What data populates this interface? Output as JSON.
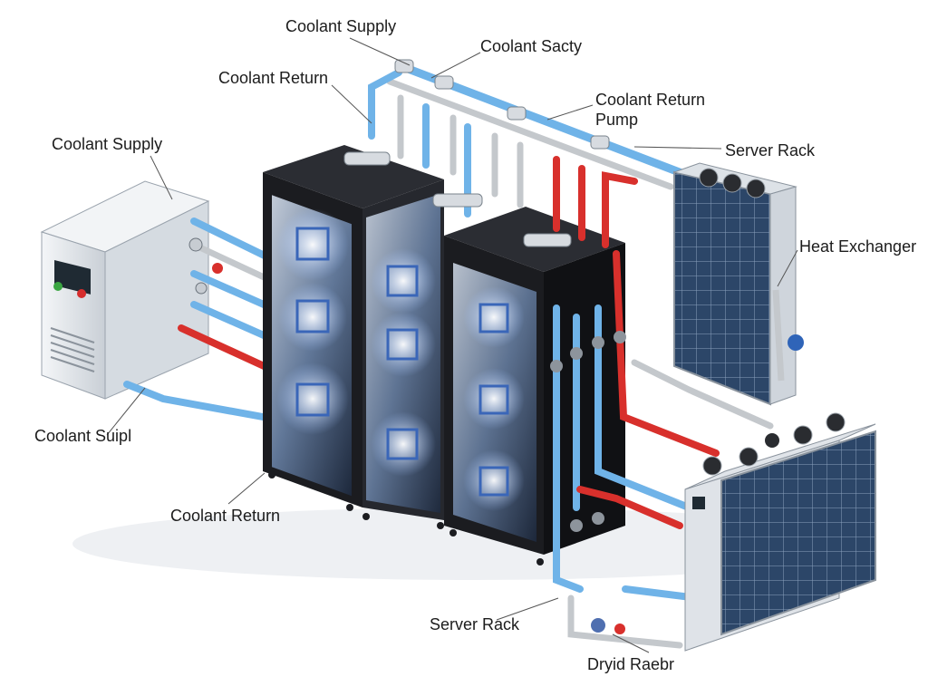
{
  "labels": {
    "coolant_supply_top": "Coolant Supply",
    "coolant_sacty": "Coolant Sacty",
    "coolant_return_top": "Coolant Return",
    "coolant_return_pump_line1": "Coolant Return",
    "coolant_return_pump_line2": "Pump",
    "server_rack_right": "Server Rack",
    "coolant_supply_left": "Coolant Supply",
    "heat_exchanger": "Heat Exchanger",
    "coolant_suipl": "Coolant Suipl",
    "coolant_return_bottom": "Coolant Return",
    "server_rack_bottom": "Server Rack",
    "dryid_raebr": "Dryid Raebr"
  },
  "colors": {
    "supply_pipe": "#6fb3e8",
    "return_pipe": "#d8302c",
    "neutral_pipe": "#c4c8cc",
    "rack_body": "#1b1c20",
    "panel_blue": "#2f4a73",
    "unit_body": "#e4e8ec"
  },
  "icons": [
    "fan-icon",
    "pump-icon",
    "valve-icon",
    "gauge-icon"
  ]
}
